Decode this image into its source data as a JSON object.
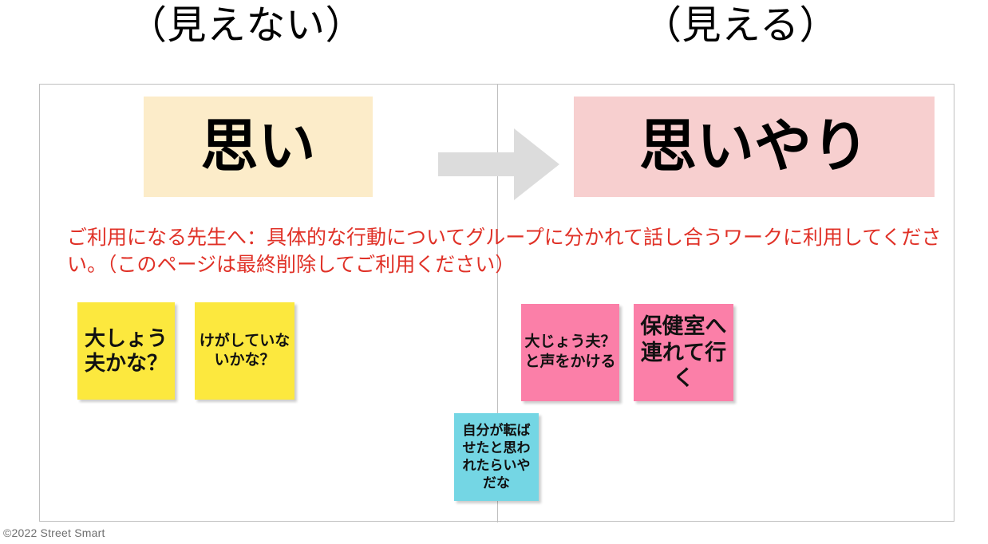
{
  "slide": {
    "headers": {
      "left": "（見えない）",
      "right": "（見える）"
    },
    "titles": {
      "left": "思い",
      "right": "思いやり"
    },
    "arrow": {
      "icon": "right-arrow-icon",
      "color": "#DCDCDC"
    },
    "instruction": "ご利用になる先生へ：具体的な行動についてグループに分かれて話し合うワークに利用してください。（このページは最終削除してご利用ください）",
    "sticky_notes": [
      {
        "id": "yellow-1",
        "text": "大しょう夫かな？",
        "color": "#FCE83E",
        "side": "left"
      },
      {
        "id": "yellow-2",
        "text": "けがしていないかな？",
        "color": "#FCE83E",
        "side": "left"
      },
      {
        "id": "pink-1",
        "text": "大じょう夫？と声をかける",
        "color": "#FB7FA8",
        "side": "right"
      },
      {
        "id": "pink-2",
        "text": "保健室へ連れて行く",
        "color": "#FB7FA8",
        "side": "right"
      },
      {
        "id": "blue-1",
        "text": "自分が転ばせたと思われたらいやだな",
        "color": "#74D6E4",
        "side": "center"
      }
    ],
    "footer": "©2022 Street Smart",
    "colors": {
      "title_left_bg": "#FCECC9",
      "title_right_bg": "#F7CFCF",
      "instruction_text": "#E03127",
      "frame_border": "#BFBFBF",
      "arrow_fill": "#DCDCDC",
      "footer_text": "#6F6F6F",
      "page_bg": "#FFFFFF"
    }
  }
}
